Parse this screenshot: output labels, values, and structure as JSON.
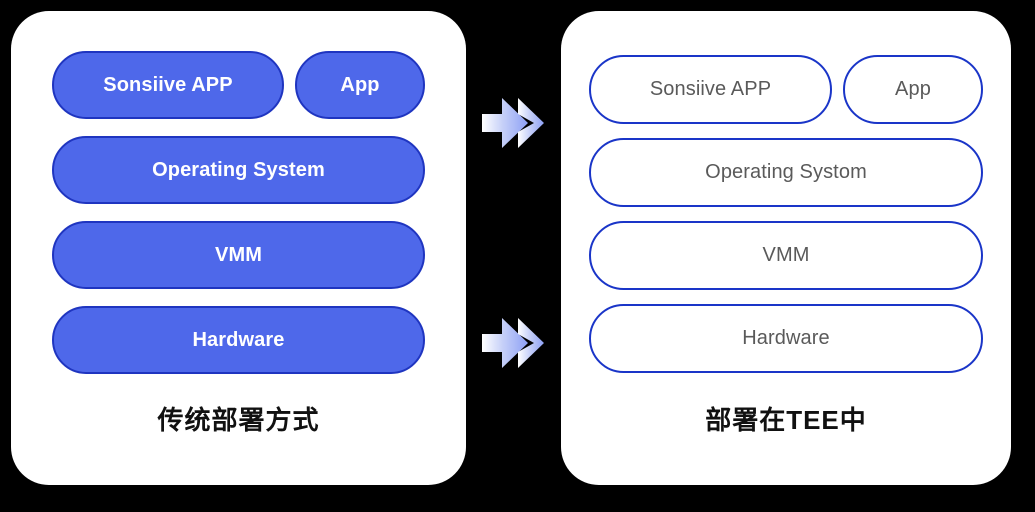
{
  "background_color": "#000000",
  "theme": {
    "panel_bg": "#ffffff",
    "pill_fill": "#4e68ea",
    "pill_fill_border": "#1f35c0",
    "pill_outline_border": "#1a35c8",
    "pill_outline_text": "#5a5a5a",
    "pill_filled_text": "#ffffff",
    "caption_color": "#111111",
    "arrow_gradient_from": "#ffffff",
    "arrow_gradient_to": "#8da0f5"
  },
  "panels": [
    {
      "id": "traditional",
      "style": "filled",
      "caption": "传统部署方式",
      "rows": [
        {
          "items": [
            {
              "label": "Sonsiive APP",
              "size": "grow"
            },
            {
              "label": "App",
              "size": "app"
            }
          ]
        },
        {
          "items": [
            {
              "label": "Operating System",
              "size": "full"
            }
          ]
        },
        {
          "items": [
            {
              "label": "VMM",
              "size": "full"
            }
          ]
        },
        {
          "items": [
            {
              "label": "Hardware",
              "size": "full"
            }
          ]
        }
      ]
    },
    {
      "id": "tee",
      "style": "outline",
      "caption": "部署在TEE中",
      "rows": [
        {
          "items": [
            {
              "label": "Sonsiive APP",
              "size": "grow"
            },
            {
              "label": "App",
              "size": "app"
            }
          ]
        },
        {
          "items": [
            {
              "label": "Operating Systom",
              "size": "full"
            }
          ]
        },
        {
          "items": [
            {
              "label": "VMM",
              "size": "full"
            }
          ]
        },
        {
          "items": [
            {
              "label": "Hardware",
              "size": "full"
            }
          ]
        }
      ]
    }
  ],
  "arrows": [
    {
      "id": "arrow-top",
      "icon": "double-chevron-right-arrow-icon",
      "direction": "right"
    },
    {
      "id": "arrow-bottom",
      "icon": "double-chevron-right-arrow-icon",
      "direction": "right"
    }
  ]
}
